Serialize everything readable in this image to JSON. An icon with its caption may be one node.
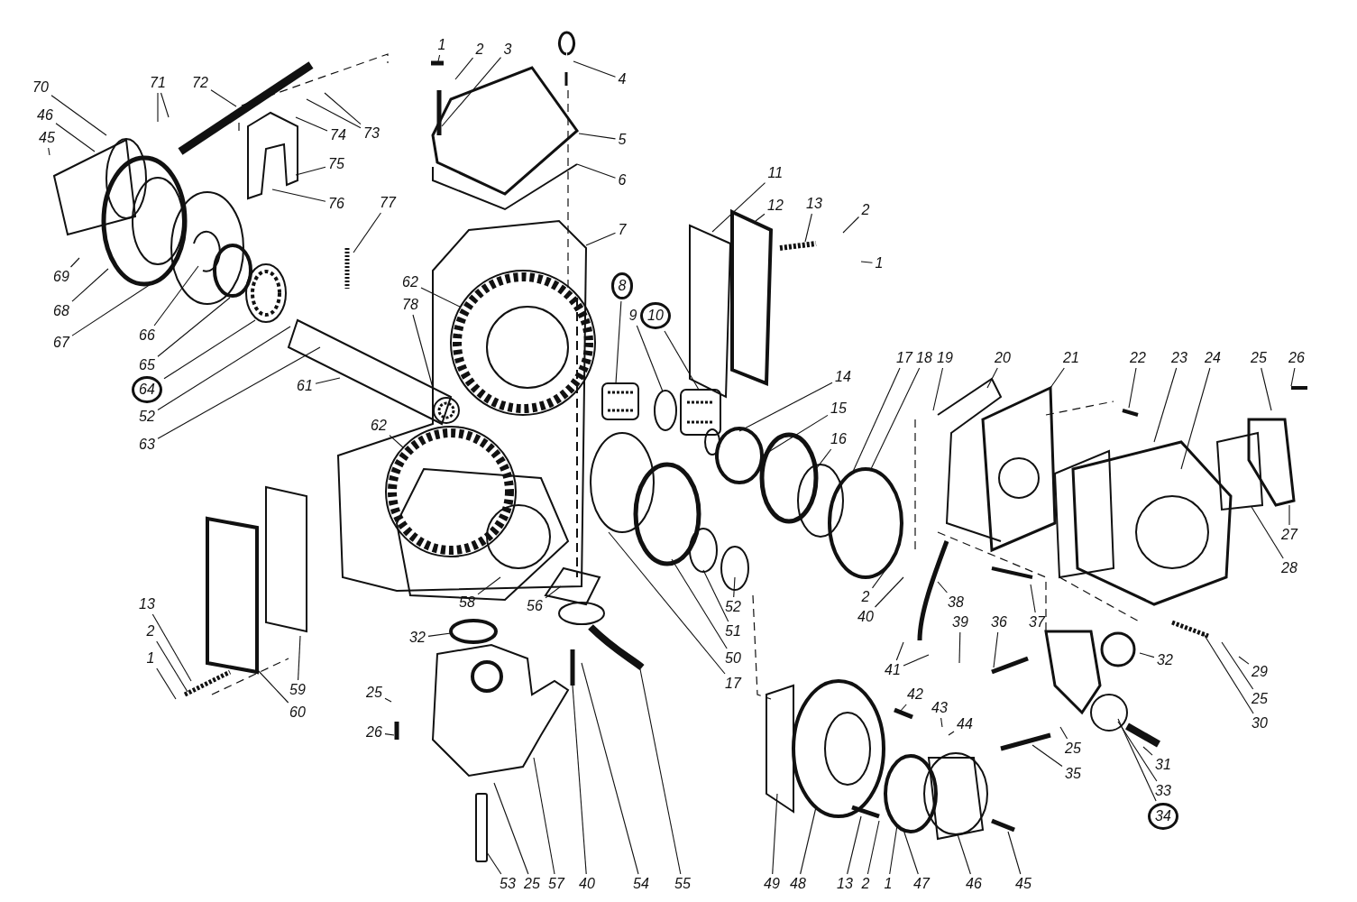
{
  "diagram": {
    "nodes": [
      {
        "text": [
          "70"
        ]
      },
      {
        "text": [
          "46"
        ]
      },
      {
        "text": [
          "45"
        ]
      },
      {
        "text": [
          "71"
        ]
      },
      {
        "text": [
          "72"
        ]
      },
      {
        "text": [
          "74"
        ]
      },
      {
        "text": [
          "73"
        ]
      },
      {
        "text": [
          "75"
        ]
      },
      {
        "text": [
          "76"
        ]
      },
      {
        "text": [
          "77"
        ]
      },
      {
        "text": [
          "69"
        ]
      },
      {
        "text": [
          "68"
        ]
      },
      {
        "text": [
          "67"
        ]
      },
      {
        "text": [
          "66"
        ]
      },
      {
        "text": [
          "65"
        ]
      },
      {
        "text": [
          "64"
        ]
      },
      {
        "text": [
          "52"
        ]
      },
      {
        "text": [
          "63"
        ]
      },
      {
        "text": [
          "61"
        ]
      },
      {
        "text": [
          "62"
        ]
      },
      {
        "text": [
          "78"
        ]
      },
      {
        "text": [
          "62"
        ]
      },
      {
        "text": [
          "1"
        ]
      },
      {
        "text": [
          "2"
        ]
      },
      {
        "text": [
          "3"
        ]
      },
      {
        "text": [
          "4"
        ]
      },
      {
        "text": [
          "5"
        ]
      },
      {
        "text": [
          "6"
        ]
      },
      {
        "text": [
          "7"
        ]
      },
      {
        "text": [
          "8"
        ]
      },
      {
        "text": [
          "9"
        ]
      },
      {
        "text": [
          "10"
        ]
      },
      {
        "text": [
          "11"
        ]
      },
      {
        "text": [
          "12"
        ]
      },
      {
        "text": [
          "13"
        ]
      },
      {
        "text": [
          "2"
        ]
      },
      {
        "text": [
          "1"
        ]
      },
      {
        "text": [
          "14"
        ]
      },
      {
        "text": [
          "15"
        ]
      },
      {
        "text": [
          "16"
        ]
      },
      {
        "text": [
          "17"
        ]
      },
      {
        "text": [
          "18"
        ]
      },
      {
        "text": [
          "19"
        ]
      },
      {
        "text": [
          "20"
        ]
      },
      {
        "text": [
          "21"
        ]
      },
      {
        "text": [
          "22"
        ]
      },
      {
        "text": [
          "23"
        ]
      },
      {
        "text": [
          "24"
        ]
      },
      {
        "text": [
          "25"
        ]
      },
      {
        "text": [
          "26"
        ]
      },
      {
        "text": [
          "27"
        ]
      },
      {
        "text": [
          "28"
        ]
      },
      {
        "text": [
          "2"
        ]
      },
      {
        "text": [
          "40"
        ]
      },
      {
        "text": [
          "38"
        ]
      },
      {
        "text": [
          "37"
        ]
      },
      {
        "text": [
          "39"
        ]
      },
      {
        "text": [
          "36"
        ]
      },
      {
        "text": [
          "41"
        ]
      },
      {
        "text": [
          "42"
        ]
      },
      {
        "text": [
          "43"
        ]
      },
      {
        "text": [
          "44"
        ]
      },
      {
        "text": [
          "32"
        ]
      },
      {
        "text": [
          "29"
        ]
      },
      {
        "text": [
          "25"
        ]
      },
      {
        "text": [
          "30"
        ]
      },
      {
        "text": [
          "25"
        ]
      },
      {
        "text": [
          "35"
        ]
      },
      {
        "text": [
          "31"
        ]
      },
      {
        "text": [
          "33"
        ]
      },
      {
        "text": [
          "34"
        ]
      },
      {
        "text": [
          "49"
        ]
      },
      {
        "text": [
          "48"
        ]
      },
      {
        "text": [
          "13"
        ]
      },
      {
        "text": [
          "2"
        ]
      },
      {
        "text": [
          "1"
        ]
      },
      {
        "text": [
          "47"
        ]
      },
      {
        "text": [
          "46"
        ]
      },
      {
        "text": [
          "45"
        ]
      },
      {
        "text": [
          "53"
        ]
      },
      {
        "text": [
          "25"
        ]
      },
      {
        "text": [
          "57"
        ]
      },
      {
        "text": [
          "40"
        ]
      },
      {
        "text": [
          "54"
        ]
      },
      {
        "text": [
          "55"
        ]
      },
      {
        "text": [
          "56"
        ]
      },
      {
        "text": [
          "58"
        ]
      },
      {
        "text": [
          "32"
        ]
      },
      {
        "text": [
          "25"
        ]
      },
      {
        "text": [
          "26"
        ]
      },
      {
        "text": [
          "13"
        ]
      },
      {
        "text": [
          "2"
        ]
      },
      {
        "text": [
          "1"
        ]
      },
      {
        "text": [
          "59"
        ]
      },
      {
        "text": [
          "60"
        ]
      },
      {
        "text": [
          "52"
        ]
      },
      {
        "text": [
          "51"
        ]
      },
      {
        "text": [
          "50"
        ]
      },
      {
        "text": [
          "17"
        ]
      }
    ],
    "edges": [
      {
        "from": 0,
        "to": null,
        "arrow": "none"
      },
      {
        "from": 1,
        "to": null,
        "arrow": "none"
      },
      {
        "from": 2,
        "to": null,
        "arrow": "none"
      },
      {
        "from": 3,
        "to": null,
        "arrow": "none"
      },
      {
        "from": 3,
        "to": null,
        "arrow": "none"
      },
      {
        "from": 4,
        "to": null,
        "arrow": "none"
      },
      {
        "from": 5,
        "to": null,
        "arrow": "none"
      },
      {
        "from": 6,
        "to": null,
        "arrow": "none"
      },
      {
        "from": 6,
        "to": null,
        "arrow": "none"
      },
      {
        "from": 7,
        "to": null,
        "arrow": "none"
      },
      {
        "from": 8,
        "to": null,
        "arrow": "none"
      },
      {
        "from": 9,
        "to": null,
        "arrow": "none"
      },
      {
        "from": 10,
        "to": null,
        "arrow": "none"
      },
      {
        "from": 11,
        "to": null,
        "arrow": "none"
      },
      {
        "from": 12,
        "to": null,
        "arrow": "none"
      },
      {
        "from": 13,
        "to": null,
        "arrow": "none"
      },
      {
        "from": 14,
        "to": null,
        "arrow": "none"
      },
      {
        "from": 15,
        "to": null,
        "arrow": "none"
      },
      {
        "from": 16,
        "to": null,
        "arrow": "none"
      },
      {
        "from": 17,
        "to": null,
        "arrow": "none"
      },
      {
        "from": 18,
        "to": null,
        "arrow": "none"
      },
      {
        "from": 19,
        "to": null,
        "arrow": "none"
      },
      {
        "from": 20,
        "to": null,
        "arrow": "none"
      },
      {
        "from": 21,
        "to": null,
        "arrow": "none"
      },
      {
        "from": 22,
        "to": null,
        "arrow": "none"
      },
      {
        "from": 23,
        "to": null,
        "arrow": "none"
      },
      {
        "from": 24,
        "to": null,
        "arrow": "none"
      },
      {
        "from": 25,
        "to": null,
        "arrow": "none"
      },
      {
        "from": 26,
        "to": null,
        "arrow": "none"
      },
      {
        "from": 27,
        "to": null,
        "arrow": "none"
      },
      {
        "from": 28,
        "to": null,
        "arrow": "none"
      },
      {
        "from": 29,
        "to": null,
        "arrow": "none"
      },
      {
        "from": 30,
        "to": null,
        "arrow": "none"
      },
      {
        "from": 31,
        "to": null,
        "arrow": "none"
      },
      {
        "from": 32,
        "to": null,
        "arrow": "none"
      },
      {
        "from": 33,
        "to": null,
        "arrow": "none"
      },
      {
        "from": 34,
        "to": null,
        "arrow": "none"
      },
      {
        "from": 35,
        "to": null,
        "arrow": "none"
      },
      {
        "from": 36,
        "to": null,
        "arrow": "none"
      },
      {
        "from": 37,
        "to": null,
        "arrow": "none"
      },
      {
        "from": 38,
        "to": null,
        "arrow": "none"
      },
      {
        "from": 39,
        "to": null,
        "arrow": "none"
      },
      {
        "from": 40,
        "to": null,
        "arrow": "none"
      },
      {
        "from": 41,
        "to": null,
        "arrow": "none"
      },
      {
        "from": 42,
        "to": null,
        "arrow": "none"
      },
      {
        "from": 43,
        "to": null,
        "arrow": "none"
      },
      {
        "from": 44,
        "to": null,
        "arrow": "none"
      },
      {
        "from": 45,
        "to": null,
        "arrow": "none"
      },
      {
        "from": 46,
        "to": null,
        "arrow": "none"
      },
      {
        "from": 47,
        "to": null,
        "arrow": "none"
      },
      {
        "from": 48,
        "to": null,
        "arrow": "none"
      },
      {
        "from": 49,
        "to": null,
        "arrow": "none"
      },
      {
        "from": 50,
        "to": null,
        "arrow": "none"
      },
      {
        "from": 51,
        "to": null,
        "arrow": "none"
      },
      {
        "from": 52,
        "to": null,
        "arrow": "none"
      },
      {
        "from": 53,
        "to": null,
        "arrow": "none"
      },
      {
        "from": 54,
        "to": null,
        "arrow": "none"
      },
      {
        "from": 55,
        "to": null,
        "arrow": "none"
      },
      {
        "from": 56,
        "to": null,
        "arrow": "none"
      },
      {
        "from": 57,
        "to": null,
        "arrow": "none"
      },
      {
        "from": 58,
        "to": null,
        "arrow": "none"
      },
      {
        "from": 58,
        "to": null,
        "arrow": "none"
      },
      {
        "from": 59,
        "to": null,
        "arrow": "none"
      },
      {
        "from": 60,
        "to": null,
        "arrow": "none"
      },
      {
        "from": 61,
        "to": null,
        "arrow": "none"
      },
      {
        "from": 62,
        "to": null,
        "arrow": "none"
      },
      {
        "from": 63,
        "to": null,
        "arrow": "none"
      },
      {
        "from": 64,
        "to": null,
        "arrow": "none"
      },
      {
        "from": 65,
        "to": null,
        "arrow": "none"
      },
      {
        "from": 66,
        "to": null,
        "arrow": "none"
      },
      {
        "from": 67,
        "to": null,
        "arrow": "none"
      },
      {
        "from": 68,
        "to": null,
        "arrow": "none"
      },
      {
        "from": 69,
        "to": null,
        "arrow": "none"
      },
      {
        "from": 70,
        "to": null,
        "arrow": "none"
      },
      {
        "from": 71,
        "to": null,
        "arrow": "none"
      },
      {
        "from": 72,
        "to": null,
        "arrow": "none"
      },
      {
        "from": 73,
        "to": null,
        "arrow": "none"
      },
      {
        "from": 74,
        "to": null,
        "arrow": "none"
      },
      {
        "from": 75,
        "to": null,
        "arrow": "none"
      },
      {
        "from": 76,
        "to": null,
        "arrow": "none"
      },
      {
        "from": 77,
        "to": null,
        "arrow": "none"
      },
      {
        "from": 78,
        "to": null,
        "arrow": "none"
      },
      {
        "from": 79,
        "to": null,
        "arrow": "none"
      },
      {
        "from": 80,
        "to": null,
        "arrow": "none"
      },
      {
        "from": 81,
        "to": null,
        "arrow": "none"
      },
      {
        "from": 82,
        "to": null,
        "arrow": "none"
      },
      {
        "from": 83,
        "to": null,
        "arrow": "none"
      },
      {
        "from": 84,
        "to": null,
        "arrow": "none"
      },
      {
        "from": 85,
        "to": null,
        "arrow": "none"
      },
      {
        "from": 86,
        "to": null,
        "arrow": "none"
      },
      {
        "from": 87,
        "to": null,
        "arrow": "none"
      },
      {
        "from": 88,
        "to": null,
        "arrow": "none"
      },
      {
        "from": 89,
        "to": null,
        "arrow": "none"
      },
      {
        "from": 90,
        "to": null,
        "arrow": "none"
      },
      {
        "from": 91,
        "to": null,
        "arrow": "none"
      },
      {
        "from": 92,
        "to": null,
        "arrow": "none"
      },
      {
        "from": 93,
        "to": null,
        "arrow": "none"
      },
      {
        "from": 94,
        "to": null,
        "arrow": "none"
      },
      {
        "from": 95,
        "to": null,
        "arrow": "none"
      },
      {
        "from": 96,
        "to": null,
        "arrow": "none"
      },
      {
        "from": 97,
        "to": null,
        "arrow": "none"
      },
      {
        "from": 98,
        "to": null,
        "arrow": "none"
      }
    ]
  }
}
